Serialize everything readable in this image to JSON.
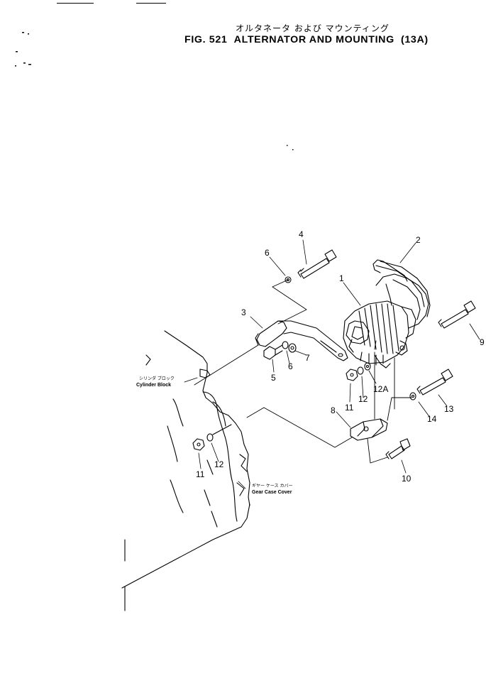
{
  "header": {
    "title_jp": "オルタネータ および マウンティング",
    "fig_no": "FIG. 521",
    "title": "ALTERNATOR AND MOUNTING",
    "model": "(13A)"
  },
  "callouts": [
    "1",
    "2",
    "3",
    "4",
    "5",
    "6",
    "6",
    "7",
    "8",
    "9",
    "10",
    "11",
    "12",
    "12A",
    "13",
    "14",
    "11",
    "12"
  ],
  "labels": {
    "cylinder_block_jp": "シリンダ ブロック",
    "cylinder_block": "Cylinder Block",
    "gear_case_cover_jp": "ギヤー ケース カバー",
    "gear_case_cover": "Gear Case Cover"
  }
}
